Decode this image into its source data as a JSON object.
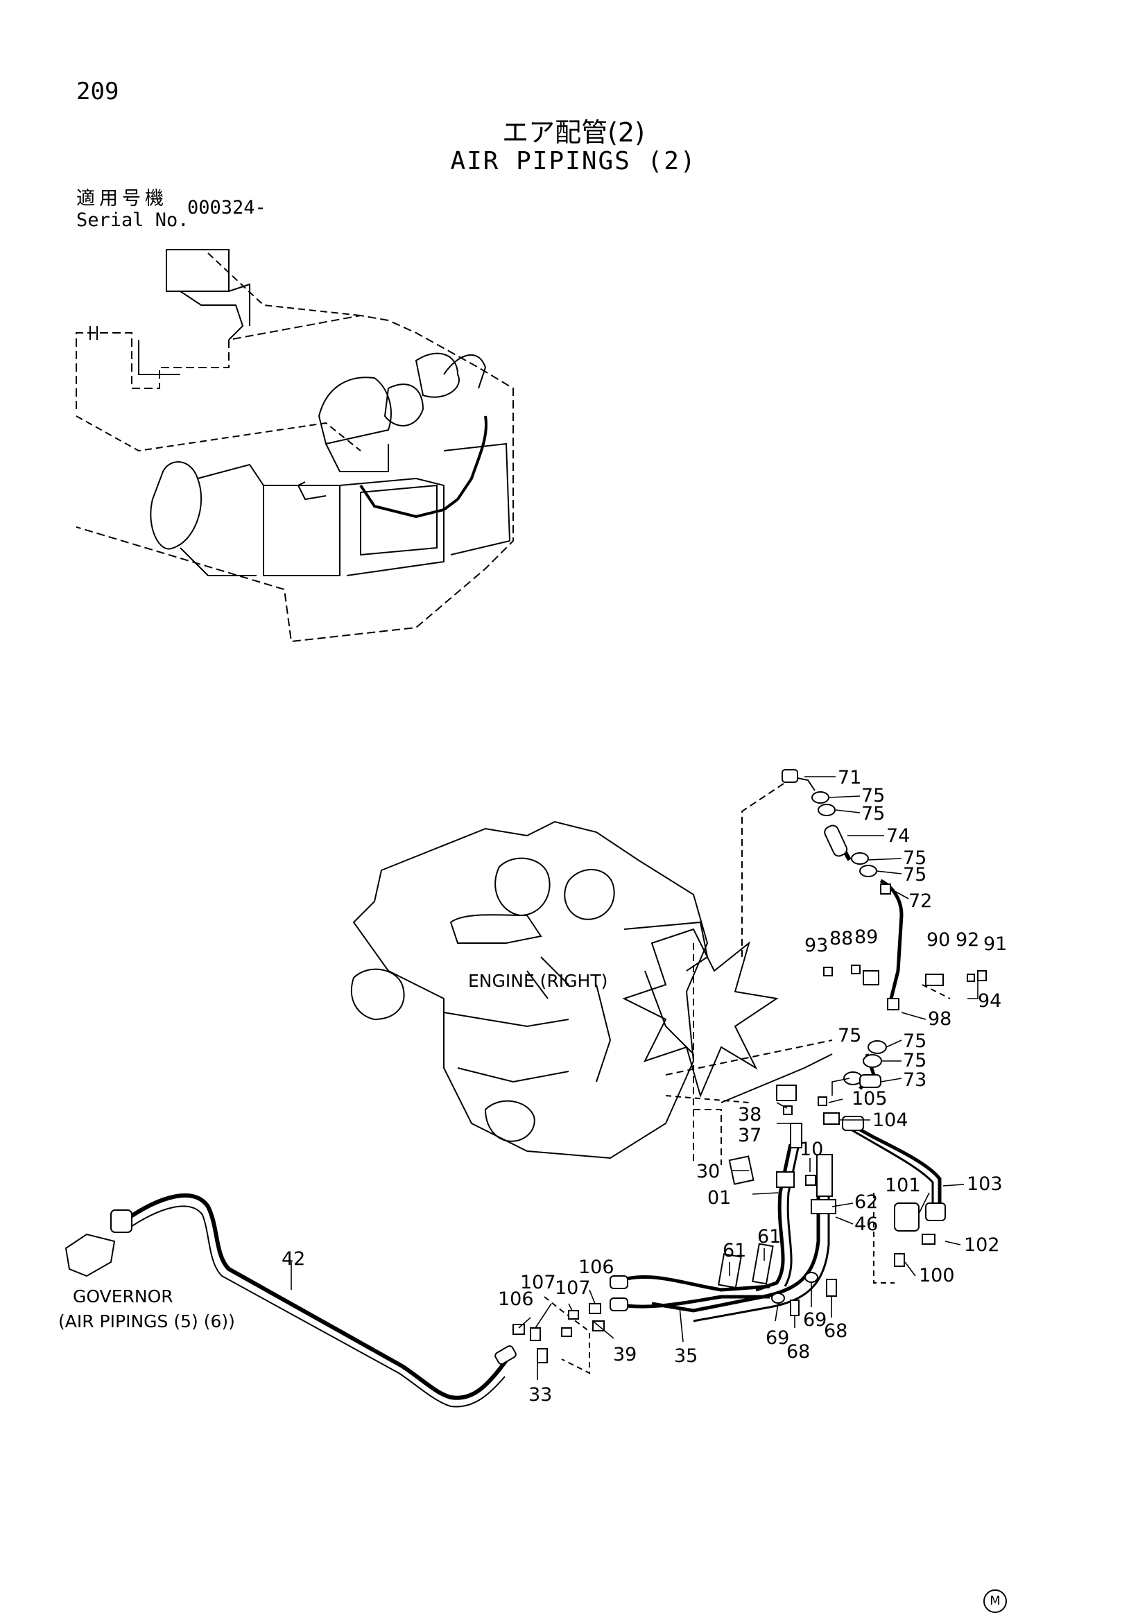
{
  "page": {
    "number": "209"
  },
  "title": {
    "jp": "エア配管(2)",
    "en": "AIR PIPINGS (2)"
  },
  "serial": {
    "label_jp": "適用号機",
    "label_en": "Serial No.",
    "value": "000324-"
  },
  "annotations": {
    "engine": "ENGINE (RIGHT)",
    "governor": "GOVERNOR",
    "governor_ref": "(AIR PIPINGS (5) (6))"
  },
  "callouts": {
    "c71": "71",
    "c75a": "75",
    "c75b": "75",
    "c74": "74",
    "c75c": "75",
    "c75d": "75",
    "c72": "72",
    "c93": "93",
    "c88": "88",
    "c89": "89",
    "c90": "90",
    "c92": "92",
    "c91": "91",
    "c98": "98",
    "c94": "94",
    "c75e": "75",
    "c75f": "75",
    "c75g": "75",
    "c73": "73",
    "c105": "105",
    "c104": "104",
    "c38": "38",
    "c37": "37",
    "c10": "10",
    "c30": "30",
    "c01": "01",
    "c101": "101",
    "c103": "103",
    "c62": "62",
    "c46": "46",
    "c61a": "61",
    "c61b": "61",
    "c102": "102",
    "c100": "100",
    "c42": "42",
    "c106a": "106",
    "c107a": "107",
    "c107b": "107",
    "c106b": "106",
    "c39": "39",
    "c35": "35",
    "c33": "33",
    "c69a": "69",
    "c68a": "68",
    "c69b": "69",
    "c68b": "68"
  },
  "footer": {
    "mark": "M"
  }
}
